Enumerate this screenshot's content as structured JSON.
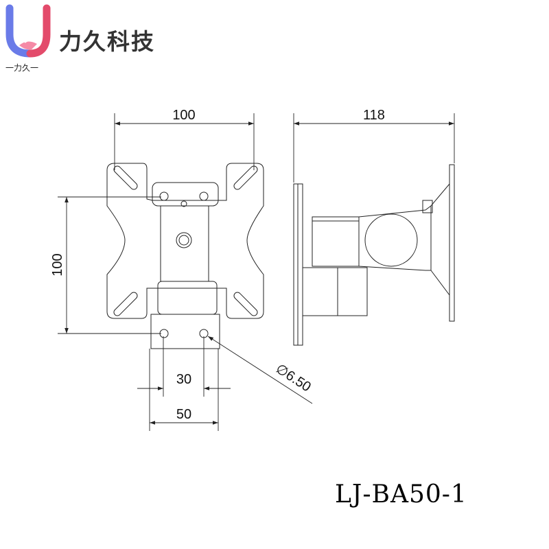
{
  "brand": {
    "name": "力久科技",
    "tagline": "一力久一",
    "colors": {
      "u_left": "#6a7be8",
      "u_right": "#e34b6b",
      "hands": "#f58aa6"
    }
  },
  "drawing": {
    "dimensions": {
      "front_width": "100",
      "front_height": "100",
      "side_depth": "118",
      "hole_spacing_inner": "30",
      "hole_spacing_outer": "50",
      "hole_diameter": "∅6.50"
    },
    "line_color": "#222222"
  },
  "model_number": "LJ-BA50-1"
}
